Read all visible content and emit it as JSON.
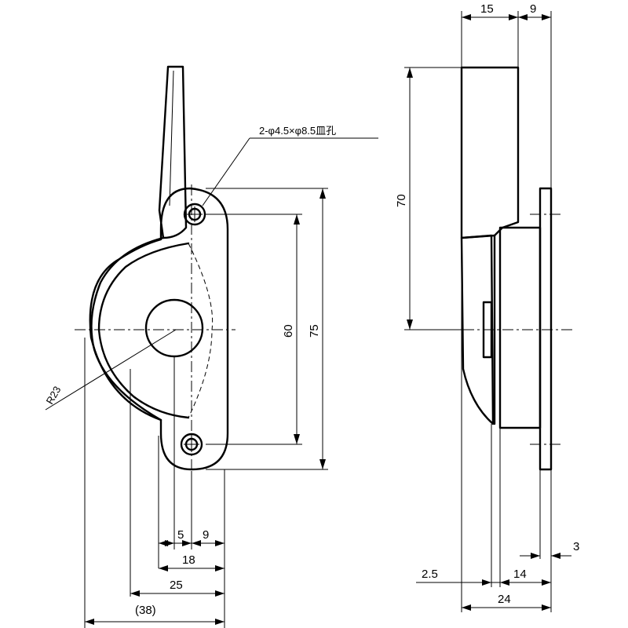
{
  "drawing": {
    "hole_note": "2-φ4.5×φ8.5皿孔",
    "radius_label": "R23",
    "front_view_dims": {
      "dim_5": "5",
      "dim_9": "9",
      "dim_18": "18",
      "dim_25": "25",
      "dim_38": "(38)",
      "dim_60": "60",
      "dim_75": "75"
    },
    "side_view_dims": {
      "dim_15": "15",
      "dim_9": "9",
      "dim_70": "70",
      "dim_3": "3",
      "dim_2_5": "2.5",
      "dim_14": "14",
      "dim_24": "24"
    }
  }
}
